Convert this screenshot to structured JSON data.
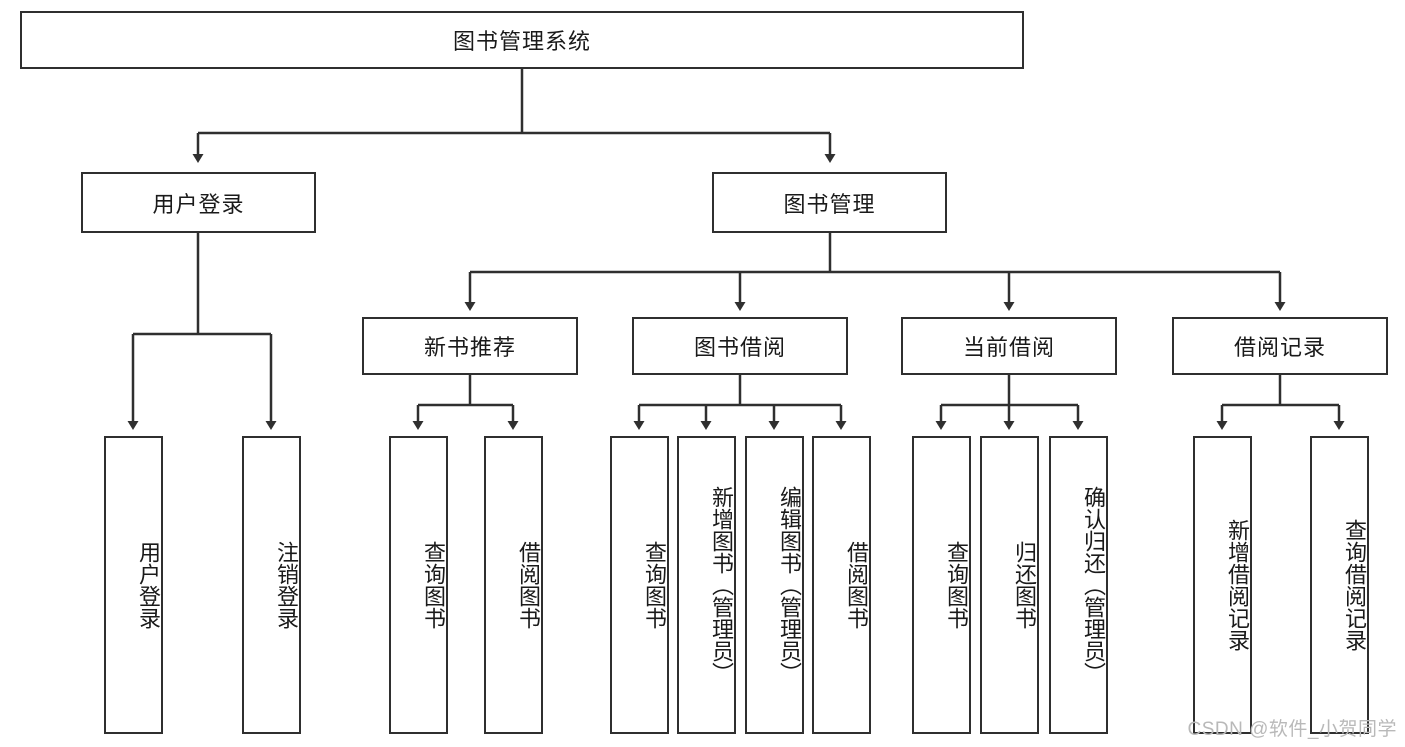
{
  "diagram": {
    "type": "tree",
    "title_node": {
      "id": "root",
      "label": "图书管理系统"
    },
    "level1": [
      {
        "id": "login",
        "label": "用户登录"
      },
      {
        "id": "bookmgmt",
        "label": "图书管理"
      }
    ],
    "level2": [
      {
        "id": "newbook",
        "label": "新书推荐",
        "parent": "bookmgmt"
      },
      {
        "id": "borrow",
        "label": "图书借阅",
        "parent": "bookmgmt"
      },
      {
        "id": "current",
        "label": "当前借阅",
        "parent": "bookmgmt"
      },
      {
        "id": "records",
        "label": "借阅记录",
        "parent": "bookmgmt"
      }
    ],
    "leaves": {
      "login": [
        {
          "id": "leaf-user-login",
          "label": "用户登录"
        },
        {
          "id": "leaf-user-logout",
          "label": "注销登录"
        }
      ],
      "newbook": [
        {
          "id": "leaf-nb-query",
          "label": "查询图书"
        },
        {
          "id": "leaf-nb-borrow",
          "label": "借阅图书"
        }
      ],
      "borrow": [
        {
          "id": "leaf-bw-query",
          "label": "查询图书"
        },
        {
          "id": "leaf-bw-add",
          "label": "新增图书（管理员）"
        },
        {
          "id": "leaf-bw-edit",
          "label": "编辑图书（管理员）"
        },
        {
          "id": "leaf-bw-borrow",
          "label": "借阅图书"
        }
      ],
      "current": [
        {
          "id": "leaf-cb-query",
          "label": "查询图书"
        },
        {
          "id": "leaf-cb-return",
          "label": "归还图书"
        },
        {
          "id": "leaf-cb-confirm",
          "label": "确认归还（管理员）"
        }
      ],
      "records": [
        {
          "id": "leaf-rc-add",
          "label": "新增借阅记录"
        },
        {
          "id": "leaf-rc-query",
          "label": "查询借阅记录"
        }
      ]
    }
  },
  "watermark": {
    "text": "CSDN @软件_小贺同学"
  },
  "colors": {
    "stroke": "#2f2f2f",
    "fill": "#ffffff",
    "text": "#1a1a1a",
    "watermark": "#b9b9b9"
  }
}
